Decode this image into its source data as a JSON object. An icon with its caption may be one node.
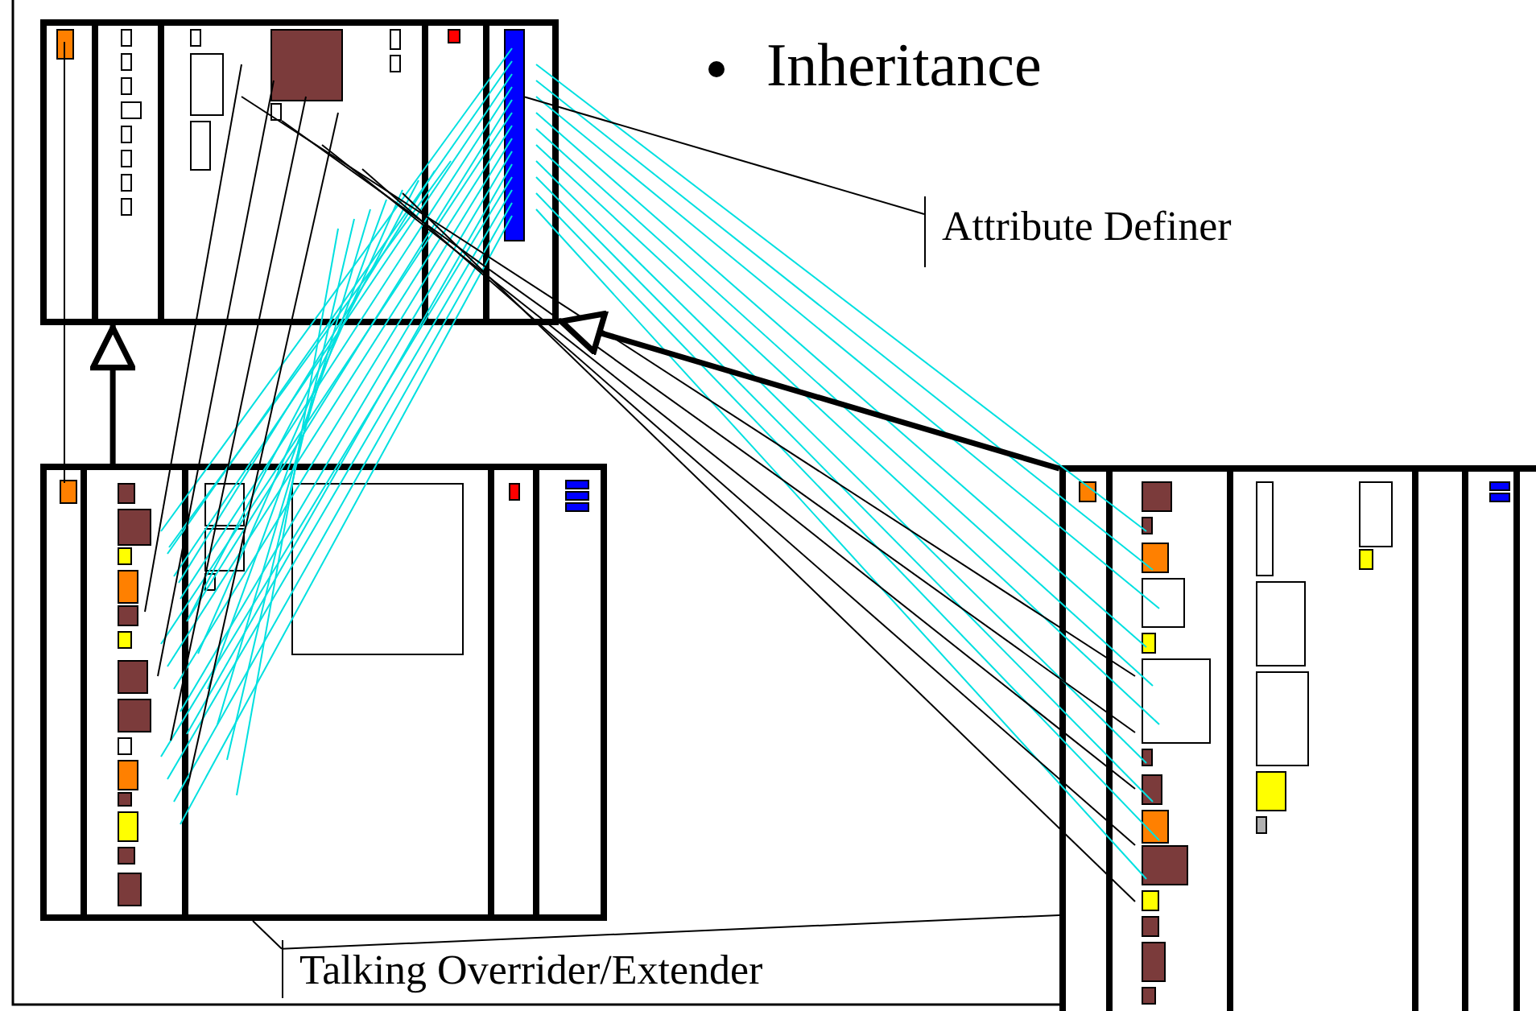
{
  "diagram": {
    "title": "Inheritance",
    "nodes": [
      {
        "text": [],
        "shape": "box"
      },
      {
        "text": [],
        "shape": "box"
      },
      {
        "text": [],
        "shape": "box"
      },
      {
        "text": [
          "Attribute Definer"
        ]
      },
      {
        "text": [
          "Talking Overrider/Extender"
        ]
      },
      {
        "text": [],
        "shape": "bar",
        "in": 0
      }
    ],
    "edges": [
      {
        "from": 1,
        "to": 0,
        "arrow": "to",
        "style": "thick"
      },
      {
        "from": 2,
        "to": 0,
        "arrow": "to",
        "style": "thick"
      },
      {
        "from": 3,
        "to": 5,
        "arrow": "none"
      },
      {
        "from": 4,
        "to": 1,
        "arrow": "none"
      },
      {
        "from": 4,
        "to": 2,
        "arrow": "none"
      }
    ]
  }
}
